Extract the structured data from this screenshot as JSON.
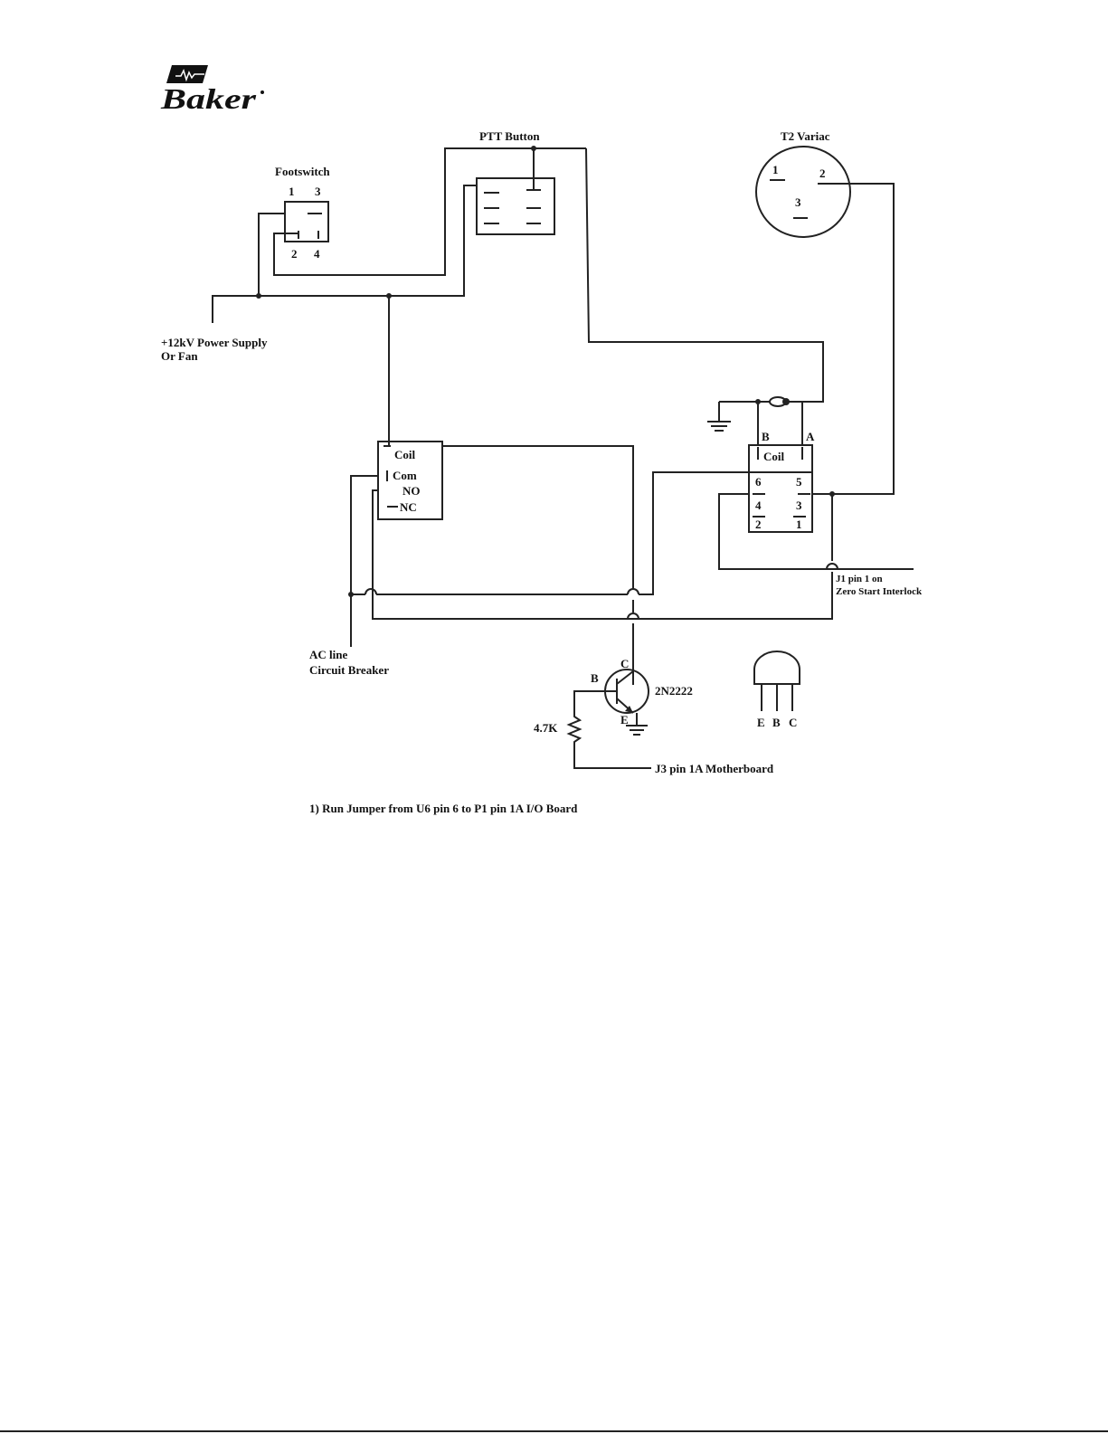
{
  "logo": {
    "text": "Baker"
  },
  "labels": {
    "ptt_button": "PTT Button",
    "t2_variac": "T2 Variac",
    "footswitch": "Footswitch",
    "power_supply_line1": "+12kV Power Supply",
    "power_supply_line2": "Or Fan",
    "ac_line_1": "AC line",
    "ac_line_2": "Circuit Breaker",
    "j1_line1": "J1 pin 1 on",
    "j1_line2": "Zero Start Interlock",
    "j3": "J3 pin 1A Motherboard",
    "transistor": "2N2222",
    "resistor": "4.7K",
    "note": "1) Run Jumper from U6 pin 6 to P1 pin 1A I/O Board"
  },
  "footswitch_pins": [
    "1",
    "3",
    "2",
    "4"
  ],
  "variac_pins": [
    "1",
    "2",
    "3"
  ],
  "relay1": {
    "coil": "Coil",
    "com": "Com",
    "no": "NO",
    "nc": "NC"
  },
  "relay2": {
    "b": "B",
    "a": "A",
    "coil": "Coil",
    "pins": [
      "6",
      "5",
      "4",
      "3",
      "2",
      "1"
    ]
  },
  "transistor_pins": {
    "b": "B",
    "c": "C",
    "e": "E"
  },
  "package_pins": [
    "E",
    "B",
    "C"
  ],
  "colors": {
    "ink": "#222222",
    "background": "#ffffff"
  }
}
